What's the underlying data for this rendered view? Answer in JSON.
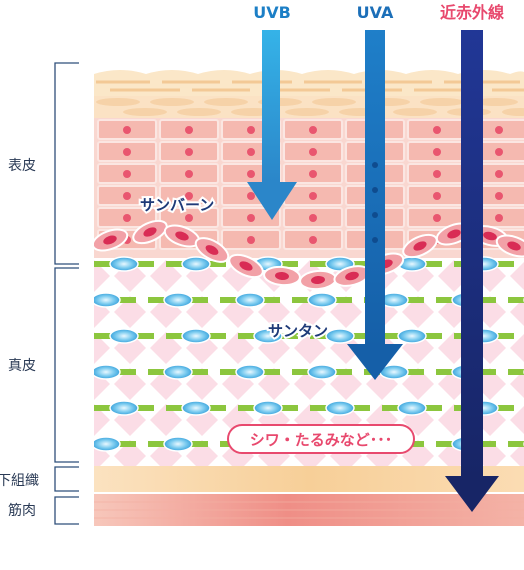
{
  "rays": {
    "uvb": "UVB",
    "uva": "UVA",
    "ir": "近赤外線"
  },
  "layers": {
    "epidermis": "表皮",
    "dermis": "真皮",
    "subcutis": "下組織",
    "muscle": "筋肉"
  },
  "effects": {
    "sunburn": "サンバーン",
    "suntan": "サンタン",
    "wrinkles": "シワ・たるみなど･･･"
  },
  "colors": {
    "uvb": "#2aa6df",
    "uva": "#1f78c3",
    "ir": "#1b2a7a",
    "ir_label": "#e8496e",
    "collagen": "#8cc63e",
    "elastin_cell": "#9fd8f3",
    "bracket": "#2f4f7a"
  }
}
